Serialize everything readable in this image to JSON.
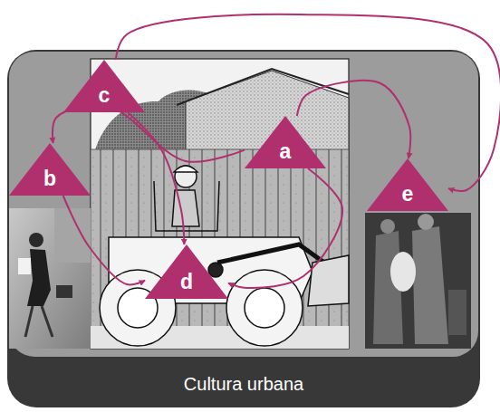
{
  "diagram": {
    "nodes": [
      {
        "text": [
          "Cultura urbana"
        ]
      },
      {
        "text": [
          "c"
        ],
        "in": 0
      },
      {
        "text": [
          "a"
        ],
        "in": 0
      },
      {
        "text": [
          "b"
        ],
        "in": 0
      },
      {
        "text": [
          "e"
        ],
        "in": 0
      },
      {
        "text": [
          "d"
        ],
        "in": 0
      }
    ],
    "edges": [
      {
        "from": 1,
        "to": 4,
        "arrow": "to"
      },
      {
        "from": 1,
        "to": 5,
        "arrow": "to"
      },
      {
        "from": 2,
        "to": 4,
        "arrow": "to"
      },
      {
        "from": 2,
        "to": 3,
        "arrow": "to"
      },
      {
        "from": 3,
        "to": 5,
        "arrow": "to"
      },
      {
        "from": 2,
        "to": 5,
        "arrow": "to"
      }
    ]
  }
}
